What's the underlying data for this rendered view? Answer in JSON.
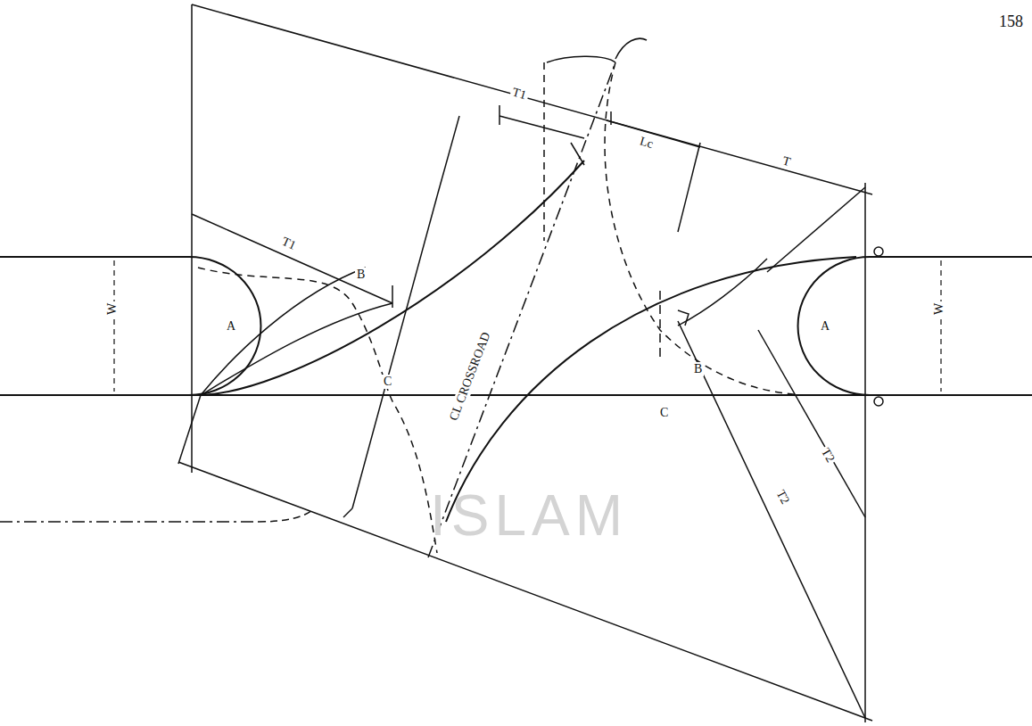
{
  "diagram": {
    "labels": [
      "158",
      "T1",
      "Lc",
      "T",
      "T1",
      "W",
      "W",
      "A",
      "A",
      "B",
      "B",
      "C",
      "C",
      "CL CROSSROAD",
      "T2",
      "T2",
      "ISLAM"
    ]
  }
}
